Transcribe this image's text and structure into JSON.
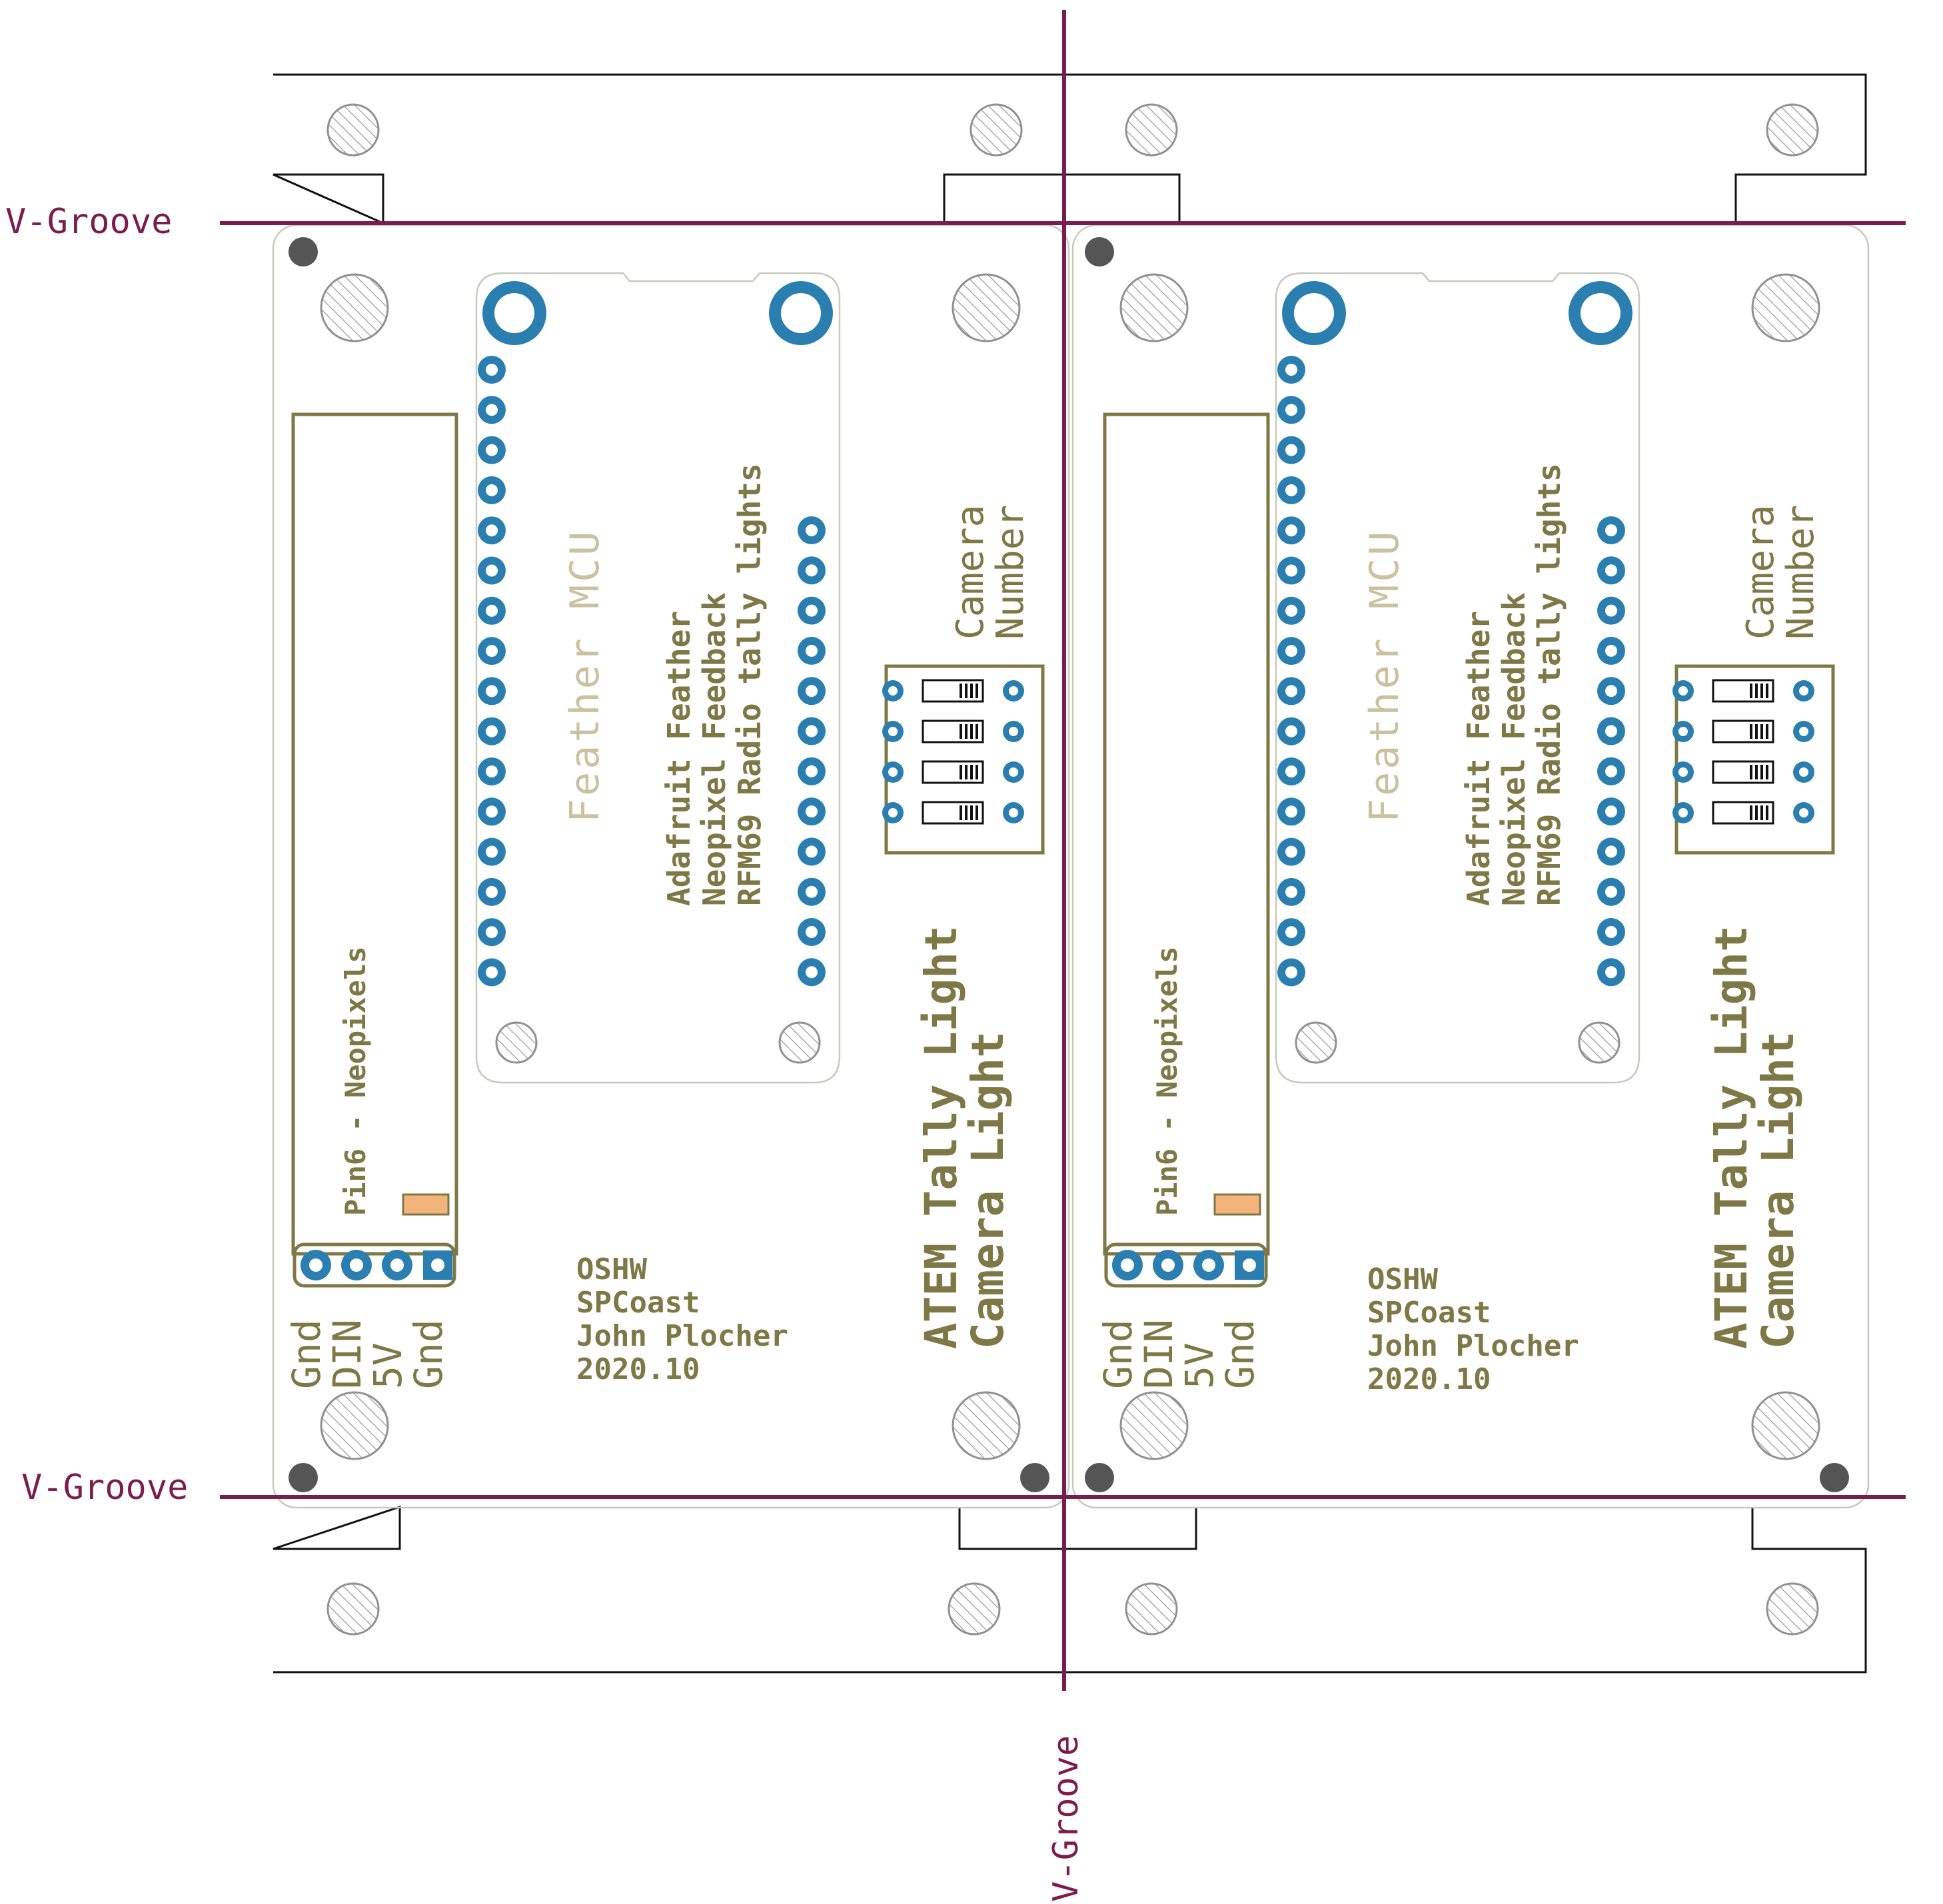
{
  "vgroove_label": "V-Groove",
  "boards": [
    {
      "feather_label": "Feather MCU",
      "description": [
        "Adafruit Feather",
        "Neopixel Feedback",
        "RFM69 Radio tally lights"
      ],
      "camera_label": [
        "Camera",
        "Number"
      ],
      "title": [
        "ATEM Tally Light",
        "Camera Light"
      ],
      "strip_label": "Pin6 - Neopixels",
      "header_pins": [
        "Gnd",
        "DIN",
        "5V",
        "Gnd"
      ],
      "credits": [
        "OSHW",
        "SPCoast",
        "John Plocher",
        "2020.10"
      ]
    },
    {
      "feather_label": "Feather MCU",
      "description": [
        "Adafruit Feather",
        "Neopixel Feedback",
        "RFM69 Radio tally lights"
      ],
      "camera_label": [
        "Camera",
        "Number"
      ],
      "title": [
        "ATEM Tally Light",
        "Camera Light"
      ],
      "strip_label": "Pin6 - Neopixels",
      "header_pins": [
        "Gnd",
        "DIN",
        "5V",
        "Gnd"
      ],
      "credits": [
        "OSHW",
        "SPCoast",
        "John Plocher",
        "2020.10"
      ]
    }
  ],
  "colors": {
    "vgroove": "#7a1d4d",
    "silkscreen": "#7d7845",
    "copper_pad": "#2a7fb0",
    "fiducial": "#555555"
  }
}
